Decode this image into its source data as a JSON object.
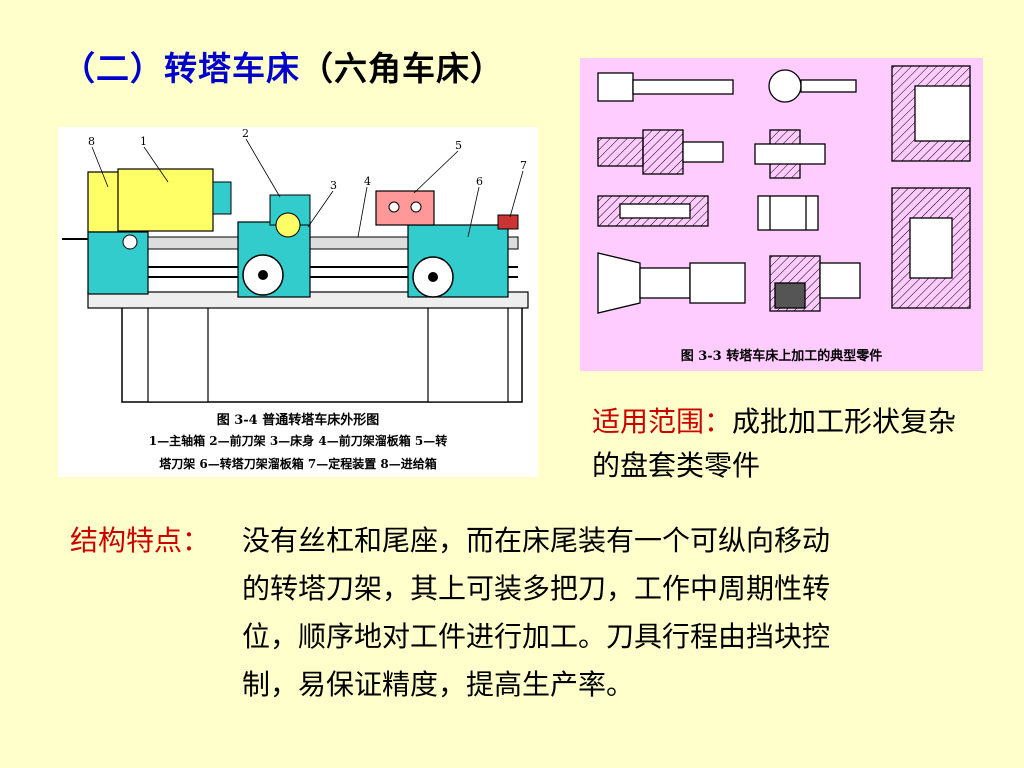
{
  "slide": {
    "title_prefix": "（二）转塔车床",
    "title_suffix": "（六角车床）",
    "lathe_figure": {
      "caption_title": "图 3-4    普通转塔车床外形图",
      "legend_line1": "1—主轴箱   2—前刀架   3—床身   4—前刀架溜板箱   5—转",
      "legend_line2": "塔刀架   6—转塔刀架溜板箱   7—定程装置   8—进给箱",
      "callouts": [
        "8",
        "1",
        "2",
        "3",
        "4",
        "5",
        "6",
        "7"
      ]
    },
    "parts_figure": {
      "caption": "图 3-3    转塔车床上加工的典型零件"
    },
    "scope": {
      "label": "适用范围：",
      "text": "成批加工形状复杂的盘套类零件"
    },
    "features": {
      "label": "结构特点：",
      "text": "没有丝杠和尾座，而在床尾装有一个可纵向移动\n的转塔刀架，其上可装多把刀，工作中周期性转\n位，顺序地对工件进行加工。刀具行程由挡块控\n制，易保证精度，提高生产率。"
    },
    "colors": {
      "background": "#FFFFCC",
      "title_blue": "#0000CC",
      "label_red": "#CC0000",
      "parts_bg": "#FFCCFF",
      "machine_cyan": "#33CCCC",
      "machine_yellow": "#FFFF66"
    }
  }
}
